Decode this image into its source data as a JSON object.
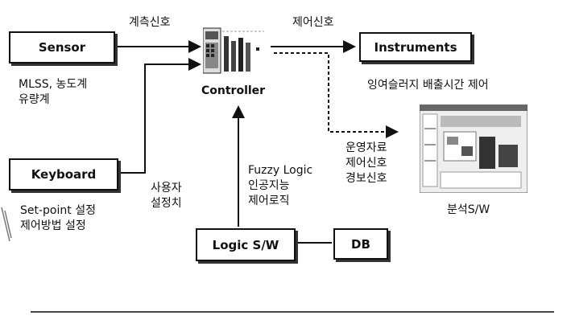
{
  "boxes": {
    "sensor": "Sensor",
    "keyboard": "Keyboard",
    "instruments": "Instruments",
    "logic_sw": "Logic S/W",
    "db": "DB"
  },
  "labels": {
    "measure_signal": "계측신호",
    "control_signal": "제어신호",
    "controller": "Controller",
    "sensor_desc_1": "MLSS, 농도계",
    "sensor_desc_2": "유량계",
    "instruments_desc": "잉여슬러지 배출시간 제어",
    "keyboard_desc_1": "Set-point 설정",
    "keyboard_desc_2": "제어방법 설정",
    "user_setting_1": "사용자",
    "user_setting_2": "설정치",
    "fuzzy_1": "Fuzzy Logic",
    "fuzzy_2": "인공지능",
    "fuzzy_3": "제어로직",
    "ops_1": "운영자료",
    "ops_2": "제어신호",
    "ops_3": "경보신호",
    "analysis_sw": "분석S/W"
  },
  "icons": [
    "controller-device-image",
    "analysis-software-screenshot"
  ]
}
